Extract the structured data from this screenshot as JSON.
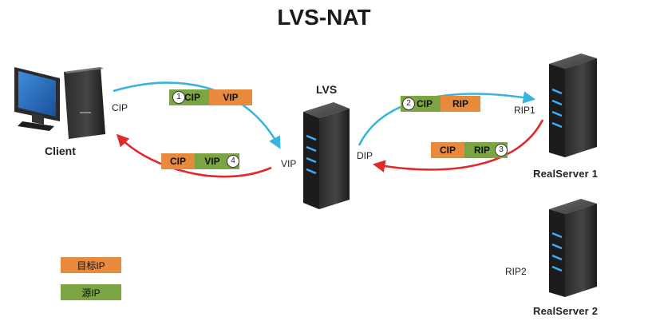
{
  "title": "LVS-NAT",
  "nodes": {
    "client": "Client",
    "lvs": "LVS",
    "rs1": "RealServer  1",
    "rs2": "RealServer  2"
  },
  "interfaces": {
    "cip": "CIP",
    "vip": "VIP",
    "dip": "DIP",
    "rip1": "RIP1",
    "rip2": "RIP2"
  },
  "packets": [
    {
      "step": "1",
      "src": "CIP",
      "dst": "VIP"
    },
    {
      "step": "2",
      "src": "CIP",
      "dst": "RIP"
    },
    {
      "step": "3",
      "src": "CIP",
      "dst": "RIP"
    },
    {
      "step": "4",
      "src": "CIP",
      "dst": "VIP"
    }
  ],
  "legend": {
    "dst_label": "目标IP",
    "src_label": "源IP"
  },
  "colors": {
    "request_arrow": "#39b3e0",
    "response_arrow": "#e02a2a",
    "dst_ip": "#e88a3e",
    "src_ip": "#7ba443"
  }
}
